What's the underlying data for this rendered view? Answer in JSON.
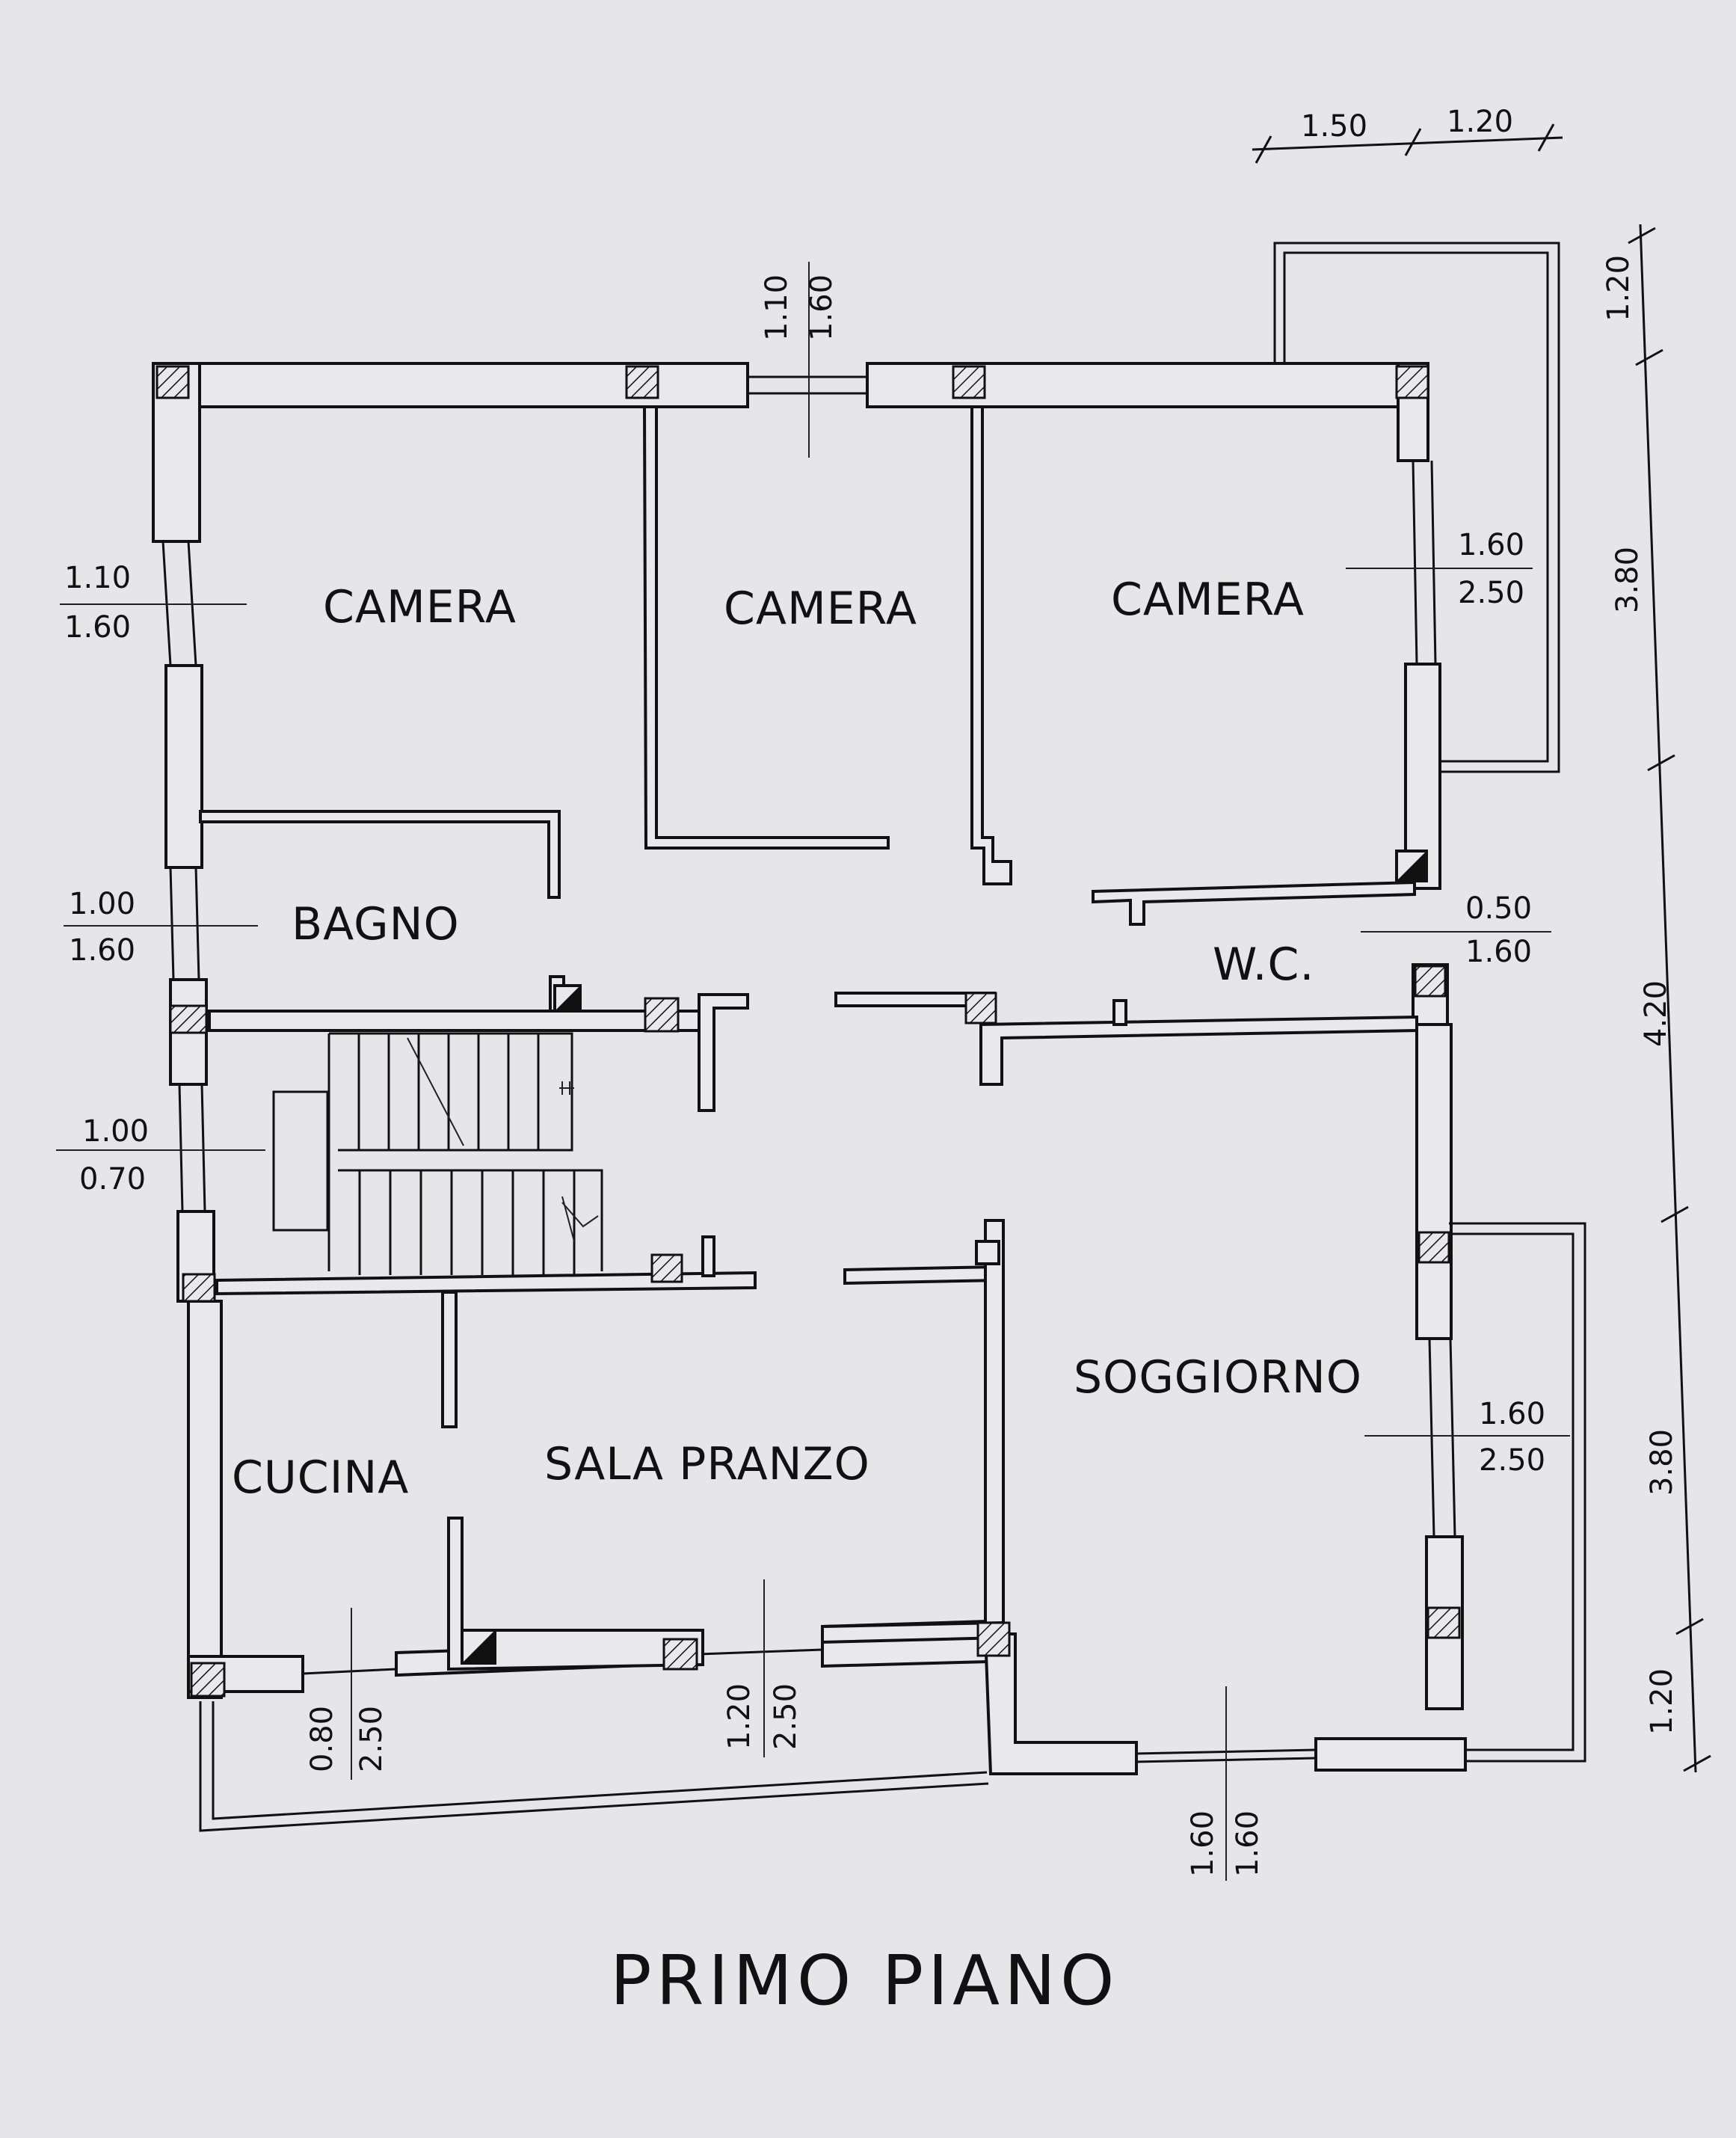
{
  "title": "PRIMO PIANO",
  "rooms": {
    "camera_1": "CAMERA",
    "camera_2": "CAMERA",
    "camera_3": "CAMERA",
    "bagno": "BAGNO",
    "wc": "W.C.",
    "cucina": "CUCINA",
    "sala_pranzo": "SALA PRANZO",
    "soggiorno": "SOGGIORNO"
  },
  "window_dims": {
    "top_center": [
      "1.10",
      "1.60"
    ],
    "camera_left": [
      "1.10",
      "1.60"
    ],
    "camera_right": [
      "1.60",
      "2.50"
    ],
    "bagno": [
      "1.00",
      "1.60"
    ],
    "wc": [
      "0.50",
      "1.60"
    ],
    "stair": [
      "1.00",
      "0.70"
    ],
    "soggiorno": [
      "1.60",
      "2.50"
    ],
    "cucina_bottom": [
      "0.80",
      "2.50"
    ],
    "pranzo_bottom": [
      "1.20",
      "2.50"
    ],
    "soggiorno_bottom": [
      "1.60",
      "1.60"
    ]
  },
  "chain_dims": {
    "top": [
      "1.50",
      "1.20"
    ],
    "right": [
      "1.20",
      "3.80",
      "4.20",
      "3.80",
      "1.20"
    ]
  }
}
